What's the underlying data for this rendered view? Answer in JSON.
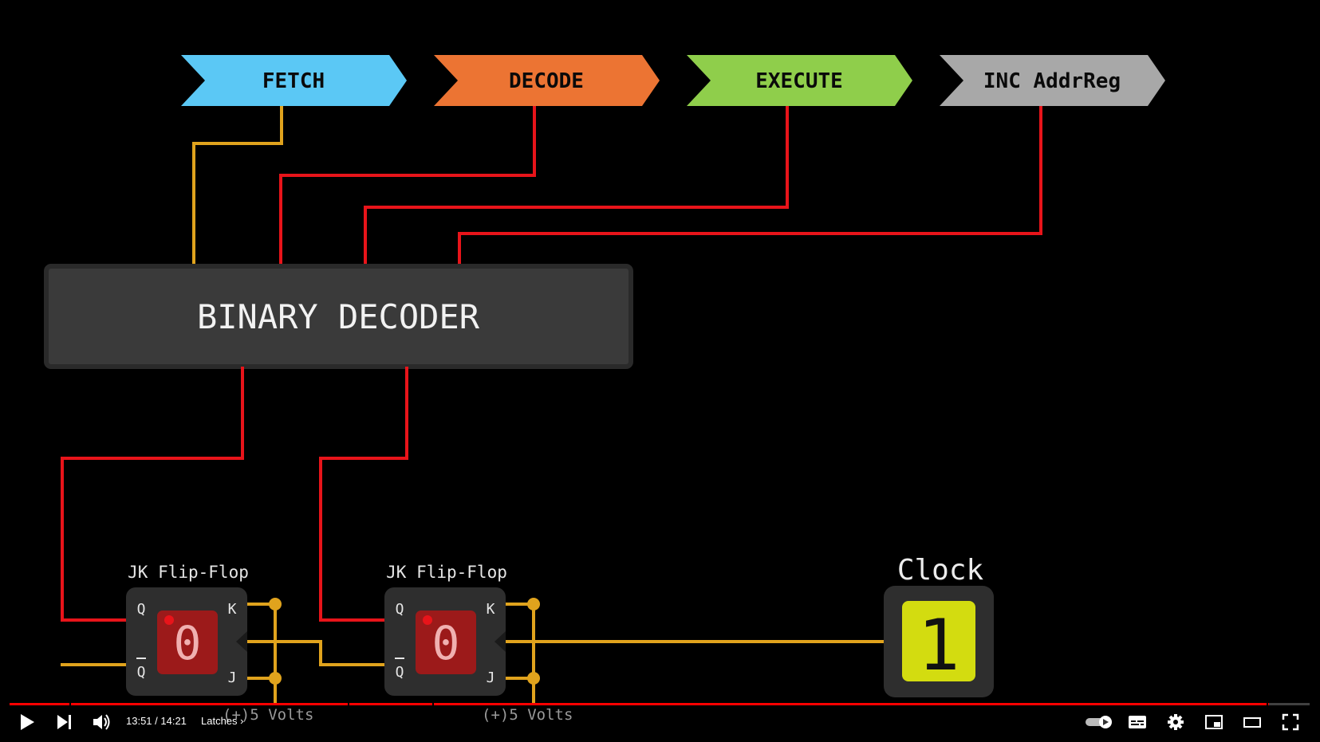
{
  "stages": [
    {
      "label": "FETCH",
      "color": "#5bc8f5"
    },
    {
      "label": "DECODE",
      "color": "#ec7433"
    },
    {
      "label": "EXECUTE",
      "color": "#8fce4b"
    },
    {
      "label": "INC AddrReg",
      "color": "#a8a8a8"
    }
  ],
  "decoder": {
    "label": "BINARY DECODER"
  },
  "flipflops": [
    {
      "title": "JK Flip-Flop",
      "value": "0",
      "pin_q": "Q",
      "pin_qbar": "Q",
      "pin_k": "K",
      "pin_j": "J"
    },
    {
      "title": "JK Flip-Flop",
      "value": "0",
      "pin_q": "Q",
      "pin_qbar": "Q",
      "pin_k": "K",
      "pin_j": "J"
    }
  ],
  "clock": {
    "title": "Clock",
    "value": "1"
  },
  "power_labels": [
    "(+)5 Volts",
    "(+)5 Volts"
  ],
  "colors": {
    "wire_on": "#e8141a",
    "wire_off": "#e0a31d",
    "toggle_red": "#9c1a1a",
    "clock_yellow": "#d3dc10"
  },
  "player": {
    "time": "13:51 / 14:21",
    "chapter": "Latches",
    "progress_fraction": 0.9685,
    "icons": [
      "play-icon",
      "next-icon",
      "volume-icon",
      "autoplay-toggle-icon",
      "subtitles-icon",
      "settings-gear-icon",
      "miniplayer-icon",
      "theater-mode-icon",
      "fullscreen-icon"
    ]
  }
}
